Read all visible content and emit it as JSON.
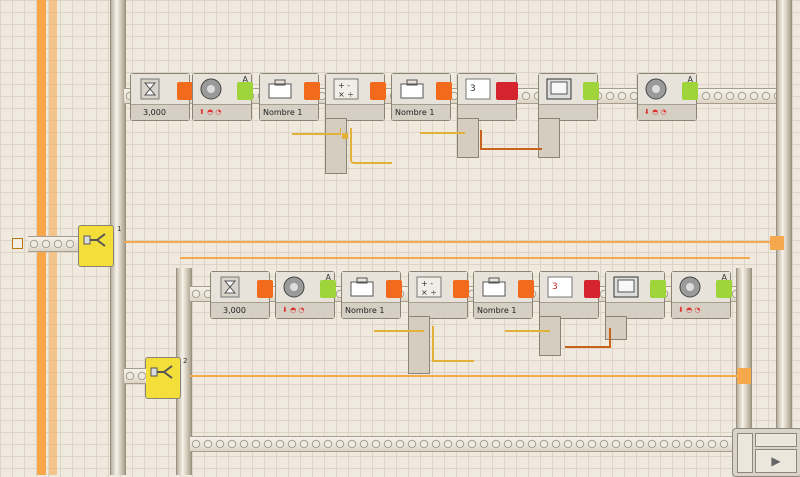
{
  "sequence_top": {
    "wait_value": "3,000",
    "motor_port_1": "A",
    "var_label_1": "Nombre 1",
    "var_label_2": "Nombre 1",
    "motor_port_2": "A"
  },
  "switch_top": {
    "case_label": "1"
  },
  "switch_bottom": {
    "case_label": "2"
  },
  "sequence_bottom": {
    "wait_value": "3,000",
    "motor_port_1": "A",
    "var_label_1": "Nombre 1",
    "var_label_2": "Nombre 1",
    "motor_port_2": "A"
  },
  "colors": {
    "sequence_beam": "#f7a64a",
    "orange_tab": "#f26a1b",
    "green_tab": "#9fd53a",
    "red_tab": "#d4252e",
    "yellow_switch": "#f4de3a",
    "numeric_wire": "#e1b13c",
    "text_wire": "#c8621d"
  },
  "icons": [
    "timer-icon",
    "motor-gear-icon",
    "variable-suitcase-icon",
    "math-icon",
    "number-to-text-icon",
    "display-icon",
    "switch-icon",
    "start-icon",
    "play-icon"
  ]
}
